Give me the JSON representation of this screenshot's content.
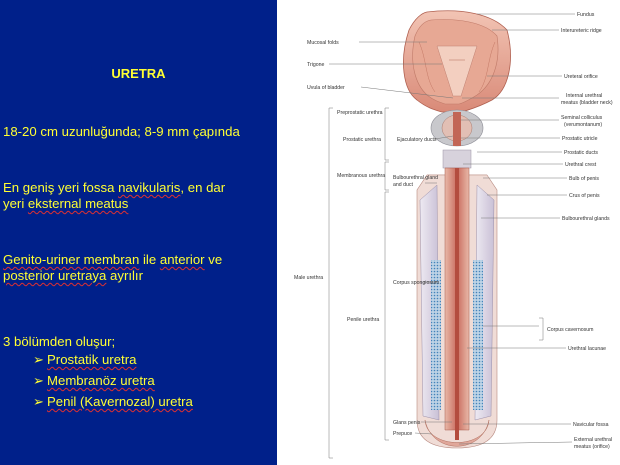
{
  "slide": {
    "title": "URETRA",
    "line1": "18-20 cm uzunluğunda;  8-9 mm çapında",
    "line2a_pre": "En geniş yeri fossa ",
    "line2a_sq": "navikularis",
    "line2a_post": ", en dar",
    "line2b_pre": "yeri ",
    "line2b_sq": "eksternal meatus",
    "line3a_sq1": "Genito-uriner membran",
    "line3a_mid": " ile ",
    "line3a_sq2": "anterior",
    "line3a_post": " ve",
    "line3b_sq": "posterior uretraya",
    "line3b_post": " ayrılır",
    "line4": "3 bölümden oluşur;",
    "bullet_glyph": "➢",
    "bullets": [
      "Prostatik uretra",
      "Membranöz uretra",
      "Penil (Kavernozal) uretra"
    ],
    "colors": {
      "background": "#00208a",
      "text": "#ffff33",
      "squiggle": "#e03030"
    }
  },
  "figure": {
    "labels_left": {
      "mucosal_folds": "Mucosal folds",
      "trigone": "Trigone",
      "uvula": "Uvula of bladder",
      "preprostatic": "Preprostatic urethra",
      "prostatic": "Prostatic urethra",
      "ejaculatory": "Ejaculatory ducts",
      "membranous": "Membranous urethra",
      "bulbourethral_gland": "Bulbourethral gland",
      "and_duct": "and duct",
      "male_urethra": "Male urethra",
      "corpus_spongiosum": "Corpus spongiosum",
      "penile": "Penile urethra",
      "glans": "Glans penis",
      "prepuce": "Prepuce"
    },
    "labels_right": {
      "fundus": "Fundus",
      "interureteric": "Interureteric ridge",
      "ureteral": "Ureteral orifice",
      "internal1": "Internal urethral",
      "internal2": "meatus (bladder neck)",
      "seminal1": "Seminal colliculus",
      "seminal2": "(verumontanum)",
      "utricle": "Prostatic utricle",
      "prostatic_ducts": "Prostatic ducts",
      "crest": "Urethral crest",
      "bulb": "Bulb of penis",
      "crus": "Crus of penis",
      "bulbourethral_glands": "Bulbourethral glands",
      "cavernosum": "Corpus cavernosum",
      "lacunae": "Urethral lacunae",
      "navicular": "Navicular fossa",
      "external1": "External urethral",
      "external2": "meatus (orifice)"
    }
  }
}
